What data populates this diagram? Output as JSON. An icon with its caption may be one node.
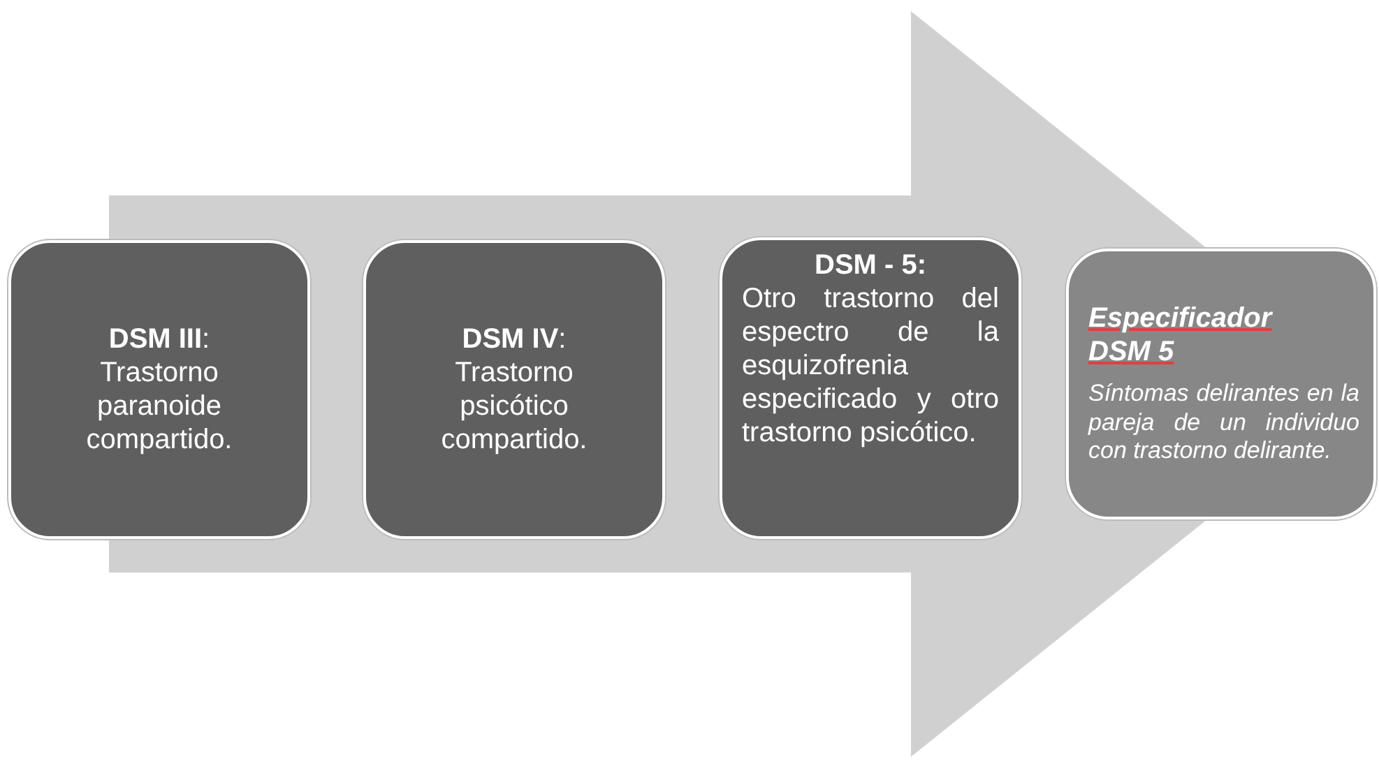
{
  "diagram": {
    "nodes": [
      {
        "text": [
          "**DSM III**: Trastorno paranoide compartido."
        ]
      },
      {
        "text": [
          "**DSM IV**: Trastorno psicótico compartido."
        ]
      },
      {
        "text": [
          "DSM - 5:",
          "Otro trastorno del espectro de la esquizofrenia especificado y otro trastorno psicótico."
        ]
      },
      {
        "text": [
          "Especificador DSM 5",
          "Síntomas delirantes en la pareja de un individuo con trastorno delirante."
        ]
      }
    ],
    "edges": [
      {
        "from": 0,
        "to": 3,
        "arrow": "to",
        "style": "thick"
      }
    ]
  }
}
